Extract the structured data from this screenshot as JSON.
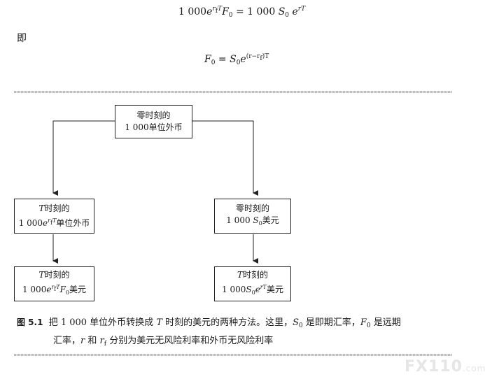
{
  "equations": {
    "eq1_part1": "1 000",
    "eq1_exp": "r",
    "eq1_exp_sub": "f",
    "eq1_exp_T": "T",
    "eq1_F": "F",
    "eq1_F_sub": "0",
    "eq1_equals": " = 1 000",
    "eq1_S": "S",
    "eq1_S_sub": "0",
    "eq1_e2_exp": "rT",
    "connector": "即",
    "eq2_F": "F",
    "eq2_F_sub": "0",
    "eq2_equals": " = ",
    "eq2_S": "S",
    "eq2_S_sub": "0",
    "eq2_exp": "(r−r",
    "eq2_exp_sub": "f",
    "eq2_exp_end": ")T"
  },
  "diagram": {
    "top": {
      "line1": "零时刻的",
      "line2": "1 000单位外币"
    },
    "left_mid": {
      "line1_T": "T",
      "line1": "时刻的",
      "line2_a": "1 000",
      "line2_sup": "r",
      "line2_sup_sub": "f",
      "line2_sup_T": "T",
      "line2_b": "单位外币"
    },
    "right_mid": {
      "line1": "零时刻的",
      "line2_a": "1 000 ",
      "line2_S": "S",
      "line2_S_sub": "0",
      "line2_b": "美元"
    },
    "left_bottom": {
      "line1_T": "T",
      "line1": "时刻的",
      "line2_a": "1 000",
      "line2_sup": "r",
      "line2_sup_sub": "f",
      "line2_sup_T": "T",
      "line2_F": "F",
      "line2_F_sub": "0",
      "line2_b": "美元"
    },
    "right_bottom": {
      "line1_T": "T",
      "line1": "时刻的",
      "line2_a": "1 000",
      "line2_S": "S",
      "line2_S_sub": "0",
      "line2_sup": "rT",
      "line2_b": "美元"
    }
  },
  "caption": {
    "label": "图 5.1",
    "t1": "把 1 000 单位外币转换成 ",
    "t1_T": "T",
    "t2": " 时刻的美元的两种方法。这里，",
    "t2_S": "S",
    "t2_S_sub": "0",
    "t3": " 是即期汇率，",
    "t3_F": "F",
    "t3_F_sub": "0",
    "t4": " 是远期",
    "l2_a": "汇率，",
    "l2_r": "r",
    "l2_b": " 和 ",
    "l2_rf": "r",
    "l2_rf_sub": "f",
    "l2_c": " 分别为美元无风险利率和外币无风险利率"
  },
  "watermark": {
    "brand": "FX110",
    "suffix": ".com"
  }
}
